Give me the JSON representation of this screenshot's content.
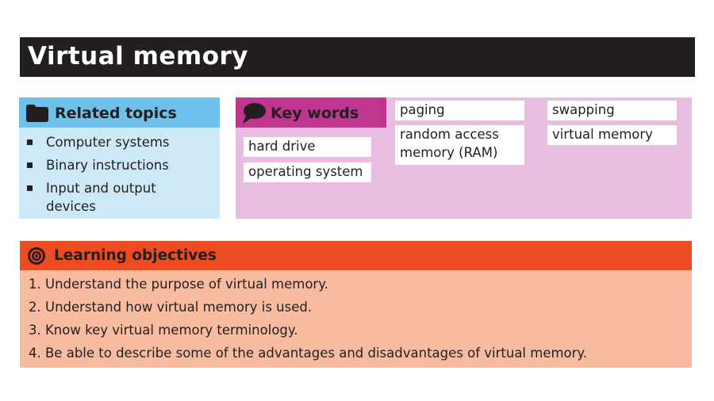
{
  "title": "Virtual memory",
  "related_topics": {
    "heading": "Related topics",
    "items": [
      "Computer systems",
      "Binary instructions",
      "Input and output devices"
    ]
  },
  "key_words": {
    "heading": "Key words",
    "words": [
      "hard drive",
      "operating system",
      "paging",
      "random access memory (RAM)",
      "swapping",
      "virtual memory"
    ]
  },
  "learning_objectives": {
    "heading": "Learning objectives",
    "items": [
      "1. Understand the purpose of virtual memory.",
      "2. Understand how virtual memory is used.",
      "3. Know key virtual memory terminology.",
      "4. Be able to describe some of the advantages and disadvantages of virtual memory."
    ]
  },
  "colors": {
    "title_bar": "#231f20",
    "related_header": "#6ec1ea",
    "related_panel": "#cde8f7",
    "key_header": "#c0358f",
    "key_panel": "#e7bde0",
    "objectives_header": "#ed4c23",
    "objectives_panel": "#f7bba0"
  },
  "icons": [
    "folder-icon",
    "speech-bubble-icon",
    "target-icon"
  ]
}
